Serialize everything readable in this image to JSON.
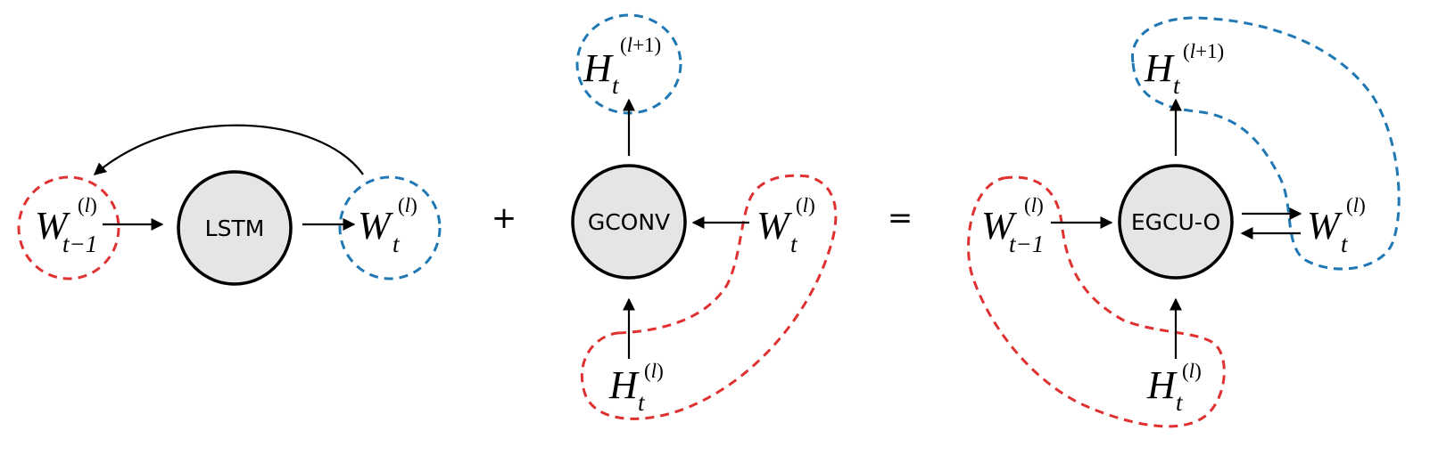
{
  "nodes": {
    "lstm": "LSTM",
    "gconv": "GCONV",
    "egcu": "EGCU-O"
  },
  "operators": {
    "plus": "+",
    "equals": "="
  },
  "vars": {
    "W": "W",
    "H": "H",
    "t": "t",
    "t_minus_1": "t−1",
    "sup_l_open": "(",
    "sup_l": "l",
    "sup_close": ")",
    "sup_plus_one": "+1)"
  },
  "colors": {
    "red": "#e03131",
    "blue": "#1f77b4",
    "node_fill": "#e5e5e5"
  }
}
